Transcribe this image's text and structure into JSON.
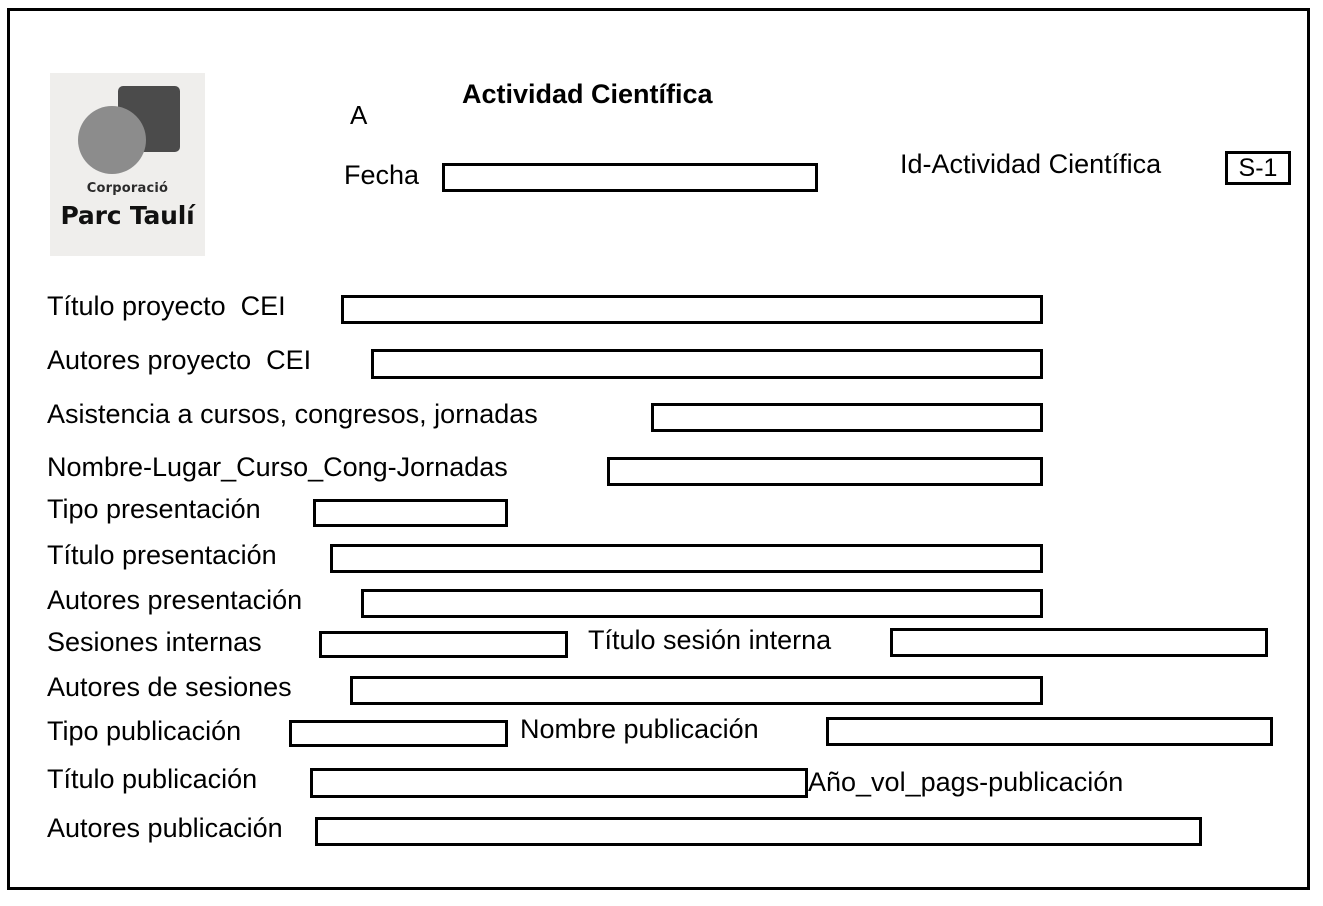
{
  "document": {
    "title": "Actividad Científica",
    "section_letter": "A",
    "date_label": "Fecha",
    "date_value": "",
    "id_label": "Id-Actividad Científica",
    "id_value": "S-1"
  },
  "logo": {
    "line1": "Corporació",
    "line2": "Parc Taulí",
    "square_color": "#4b4b4b",
    "circle_color": "#8c8c8c",
    "background_color": "#efeeec"
  },
  "fields": [
    {
      "label": "Título proyecto  CEI",
      "value": ""
    },
    {
      "label": "Autores proyecto  CEI",
      "value": ""
    },
    {
      "label": "Asistencia a cursos, congresos, jornadas",
      "value": ""
    },
    {
      "label": "Nombre-Lugar_Curso_Cong-Jornadas",
      "value": ""
    },
    {
      "label": "Tipo presentación",
      "value": ""
    },
    {
      "label": "Título presentación",
      "value": ""
    },
    {
      "label": "Autores presentación",
      "value": ""
    },
    {
      "label": "Sesiones internas",
      "value": ""
    },
    {
      "label": "Título sesión interna",
      "value": ""
    },
    {
      "label": "Autores de sesiones",
      "value": ""
    },
    {
      "label": "Tipo publicación",
      "value": ""
    },
    {
      "label": "Nombre publicación",
      "value": ""
    },
    {
      "label": "Título publicación",
      "value": ""
    },
    {
      "label": "Año_vol_pags-publicación",
      "value": ""
    },
    {
      "label": "Autores publicación",
      "value": ""
    }
  ],
  "colors": {
    "border": "#000000",
    "text": "#000000",
    "page_background": "#ffffff"
  }
}
